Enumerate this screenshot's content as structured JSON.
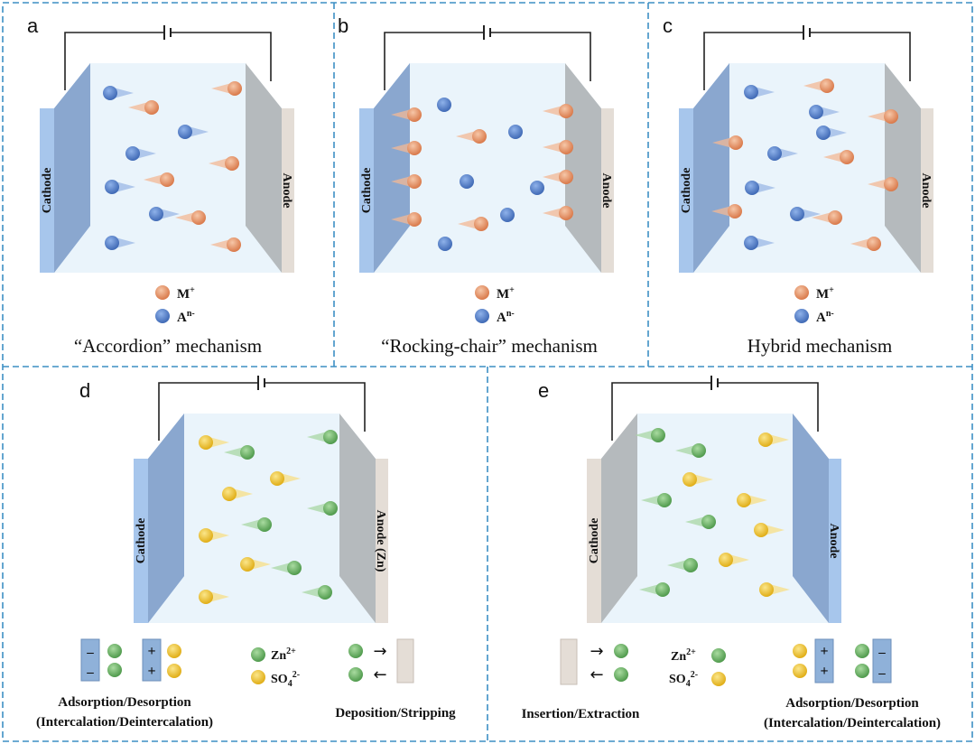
{
  "panels": [
    {
      "letter": "a",
      "left_electrode": "Cathode",
      "right_electrode": "Anode",
      "caption": "“Accordion” mechanism"
    },
    {
      "letter": "b",
      "left_electrode": "Cathode",
      "right_electrode": "Anode",
      "caption": "“Rocking-chair” mechanism"
    },
    {
      "letter": "c",
      "left_electrode": "Cathode",
      "right_electrode": "Anode",
      "caption": "Hybrid mechanism"
    },
    {
      "letter": "d",
      "left_electrode": "Cathode",
      "right_electrode": "Anode (Zn)"
    },
    {
      "letter": "e",
      "left_electrode": "Cathode",
      "right_electrode": "Anode"
    }
  ],
  "legend_top": {
    "cation": {
      "base": "M",
      "sup": "+"
    },
    "anion": {
      "base": "A",
      "sup": "n-"
    }
  },
  "legend_bottom": {
    "zn": {
      "base": "Zn",
      "sup": "2+"
    },
    "so4": {
      "base": "SO",
      "sub": "4",
      "sup": "2-"
    }
  },
  "signs": {
    "minus": "–",
    "plus": "+"
  },
  "arrows": {
    "right": "→",
    "left": "←"
  },
  "process_labels": {
    "d_left_line1": "Adsorption/Desorption",
    "d_left_line2": "(Intercalation/Deintercalation)",
    "d_right": "Deposition/Stripping",
    "e_left": "Insertion/Extraction",
    "e_right_line1": "Adsorption/Desorption",
    "e_right_line2": "(Intercalation/Deintercalation)"
  },
  "colors": {
    "cation_orange": "#e8956a",
    "anion_blue": "#5b86cc",
    "zn_green": "#6cb46a",
    "so4_yellow": "#f2c531",
    "electrolyte": "#eaf4fb",
    "cathode_blue": "#8fb1d9",
    "anode_gray": "#b5babd",
    "anode_edge": "#e4ddd6",
    "divider": "#3d8fc4"
  }
}
